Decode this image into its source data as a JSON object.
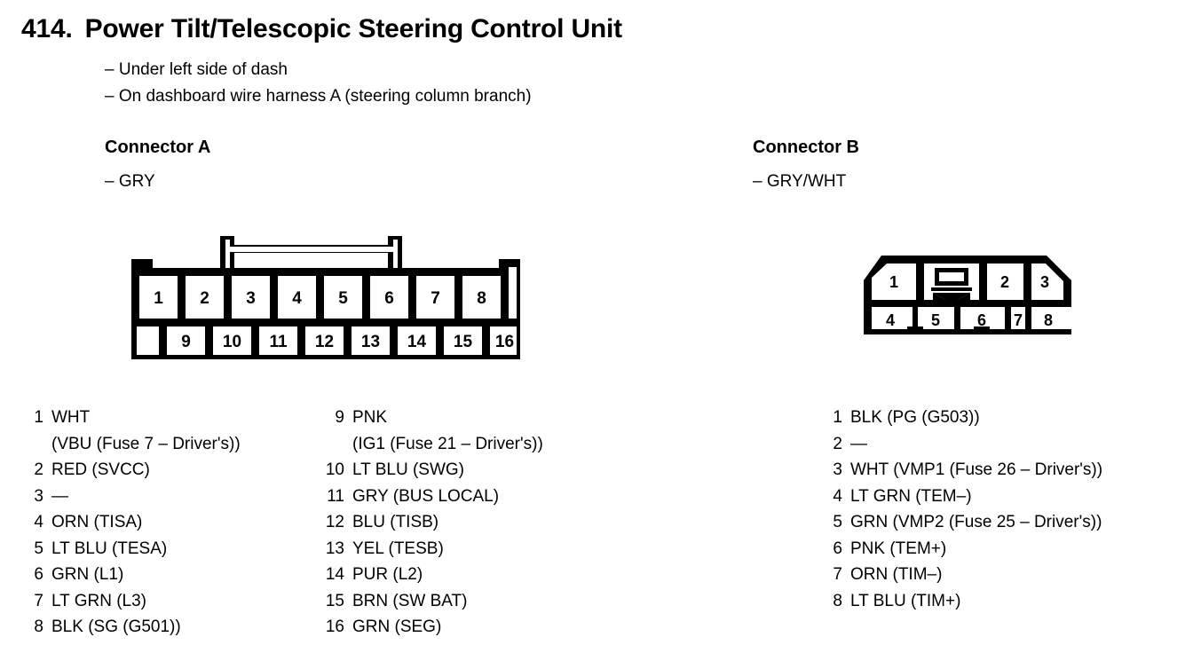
{
  "header": {
    "number": "414.",
    "title": "Power Tilt/Telescopic Steering Control Unit",
    "location_lines": [
      "– Under left side of dash",
      "– On dashboard wire harness A (steering column branch)"
    ]
  },
  "connector_a": {
    "heading": "Connector A",
    "color": "– GRY",
    "diagram": {
      "type": "connector-16-pin-2-row",
      "top_row_pins": [
        "1",
        "2",
        "3",
        "4",
        "5",
        "6",
        "7",
        "8"
      ],
      "bottom_row_pins": [
        "9",
        "10",
        "11",
        "12",
        "13",
        "14",
        "15",
        "16"
      ],
      "has_top_latch": true,
      "top_row_blank_right": true,
      "bottom_row_blank_left": true
    },
    "pins_left": [
      {
        "num": "1",
        "desc": "WHT",
        "cont": "(VBU (Fuse 7 – Driver's))"
      },
      {
        "num": "2",
        "desc": "RED (SVCC)",
        "cont": ""
      },
      {
        "num": "3",
        "desc": "—",
        "cont": ""
      },
      {
        "num": "4",
        "desc": "ORN (TISA)",
        "cont": ""
      },
      {
        "num": "5",
        "desc": "LT BLU (TESA)",
        "cont": ""
      },
      {
        "num": "6",
        "desc": "GRN (L1)",
        "cont": ""
      },
      {
        "num": "7",
        "desc": "LT GRN (L3)",
        "cont": ""
      },
      {
        "num": "8",
        "desc": "BLK (SG (G501))",
        "cont": ""
      }
    ],
    "pins_right": [
      {
        "num": "9",
        "desc": "PNK",
        "cont": "(IG1 (Fuse 21 – Driver's))"
      },
      {
        "num": "10",
        "desc": "LT BLU (SWG)",
        "cont": ""
      },
      {
        "num": "11",
        "desc": "GRY (BUS LOCAL)",
        "cont": ""
      },
      {
        "num": "12",
        "desc": "BLU (TISB)",
        "cont": ""
      },
      {
        "num": "13",
        "desc": "YEL (TESB)",
        "cont": ""
      },
      {
        "num": "14",
        "desc": "PUR (L2)",
        "cont": ""
      },
      {
        "num": "15",
        "desc": "BRN (SW BAT)",
        "cont": ""
      },
      {
        "num": "16",
        "desc": "GRN (SEG)",
        "cont": ""
      }
    ]
  },
  "connector_b": {
    "heading": "Connector B",
    "color": "– GRY/WHT",
    "diagram": {
      "type": "connector-8-pin-2-row-keyed",
      "top_row_pins": [
        "1",
        "",
        "2",
        "3"
      ],
      "bottom_row_pins": [
        "4",
        "5",
        "6",
        "7",
        "8"
      ],
      "lock_symbol_cell_index": 1,
      "chamfered_top_corners": true,
      "bottom_notches": 2
    },
    "pins": [
      {
        "num": "1",
        "desc": "BLK (PG (G503))"
      },
      {
        "num": "2",
        "desc": "—"
      },
      {
        "num": "3",
        "desc": "WHT (VMP1 (Fuse 26 – Driver's))"
      },
      {
        "num": "4",
        "desc": "LT GRN (TEM–)"
      },
      {
        "num": "5",
        "desc": "GRN (VMP2 (Fuse 25 – Driver's))"
      },
      {
        "num": "6",
        "desc": "PNK (TEM+)"
      },
      {
        "num": "7",
        "desc": "ORN (TIM–)"
      },
      {
        "num": "8",
        "desc": "LT BLU (TIM+)"
      }
    ]
  },
  "colors": {
    "ink": "#000000",
    "paper": "#ffffff"
  }
}
